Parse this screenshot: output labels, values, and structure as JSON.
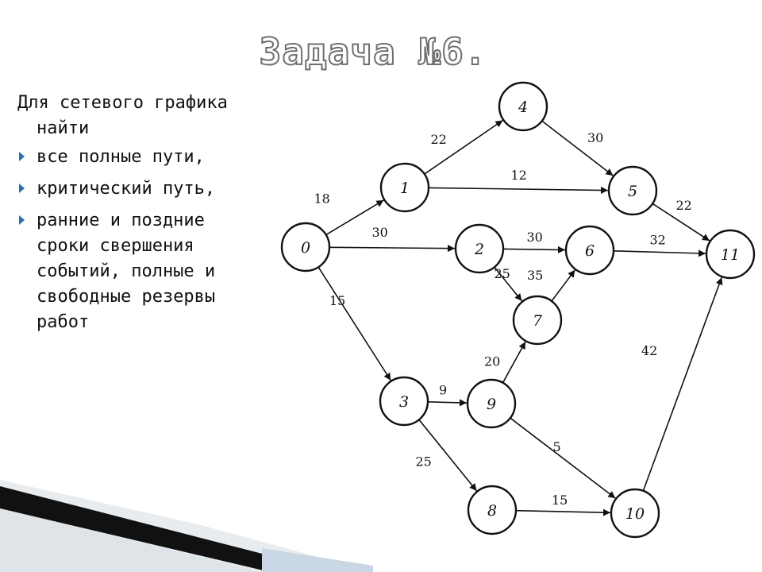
{
  "slide": {
    "title": "Задача №6.",
    "intro": "Для сетевого графика найти",
    "bullets": [
      "все полные пути,",
      "критический путь,",
      "ранние и поздние сроки свершения событий, полные и свободные резервы работ"
    ]
  },
  "network": {
    "nodes": [
      "0",
      "1",
      "2",
      "3",
      "4",
      "5",
      "6",
      "7",
      "8",
      "9",
      "10",
      "11"
    ],
    "edges": [
      {
        "from": "0",
        "to": "1",
        "weight": "18"
      },
      {
        "from": "0",
        "to": "2",
        "weight": "30"
      },
      {
        "from": "0",
        "to": "3",
        "weight": "15"
      },
      {
        "from": "1",
        "to": "4",
        "weight": "22"
      },
      {
        "from": "1",
        "to": "5",
        "weight": "12"
      },
      {
        "from": "4",
        "to": "5",
        "weight": "30"
      },
      {
        "from": "5",
        "to": "11",
        "weight": "22"
      },
      {
        "from": "2",
        "to": "6",
        "weight": "30"
      },
      {
        "from": "2",
        "to": "7",
        "weight": "25"
      },
      {
        "from": "7",
        "to": "6",
        "weight": "35"
      },
      {
        "from": "6",
        "to": "11",
        "weight": "32"
      },
      {
        "from": "3",
        "to": "9",
        "weight": "9"
      },
      {
        "from": "3",
        "to": "8",
        "weight": "25"
      },
      {
        "from": "9",
        "to": "7",
        "weight": "20"
      },
      {
        "from": "9",
        "to": "10",
        "weight": "5"
      },
      {
        "from": "8",
        "to": "10",
        "weight": "15"
      },
      {
        "from": "10",
        "to": "11",
        "weight": "42"
      }
    ]
  }
}
